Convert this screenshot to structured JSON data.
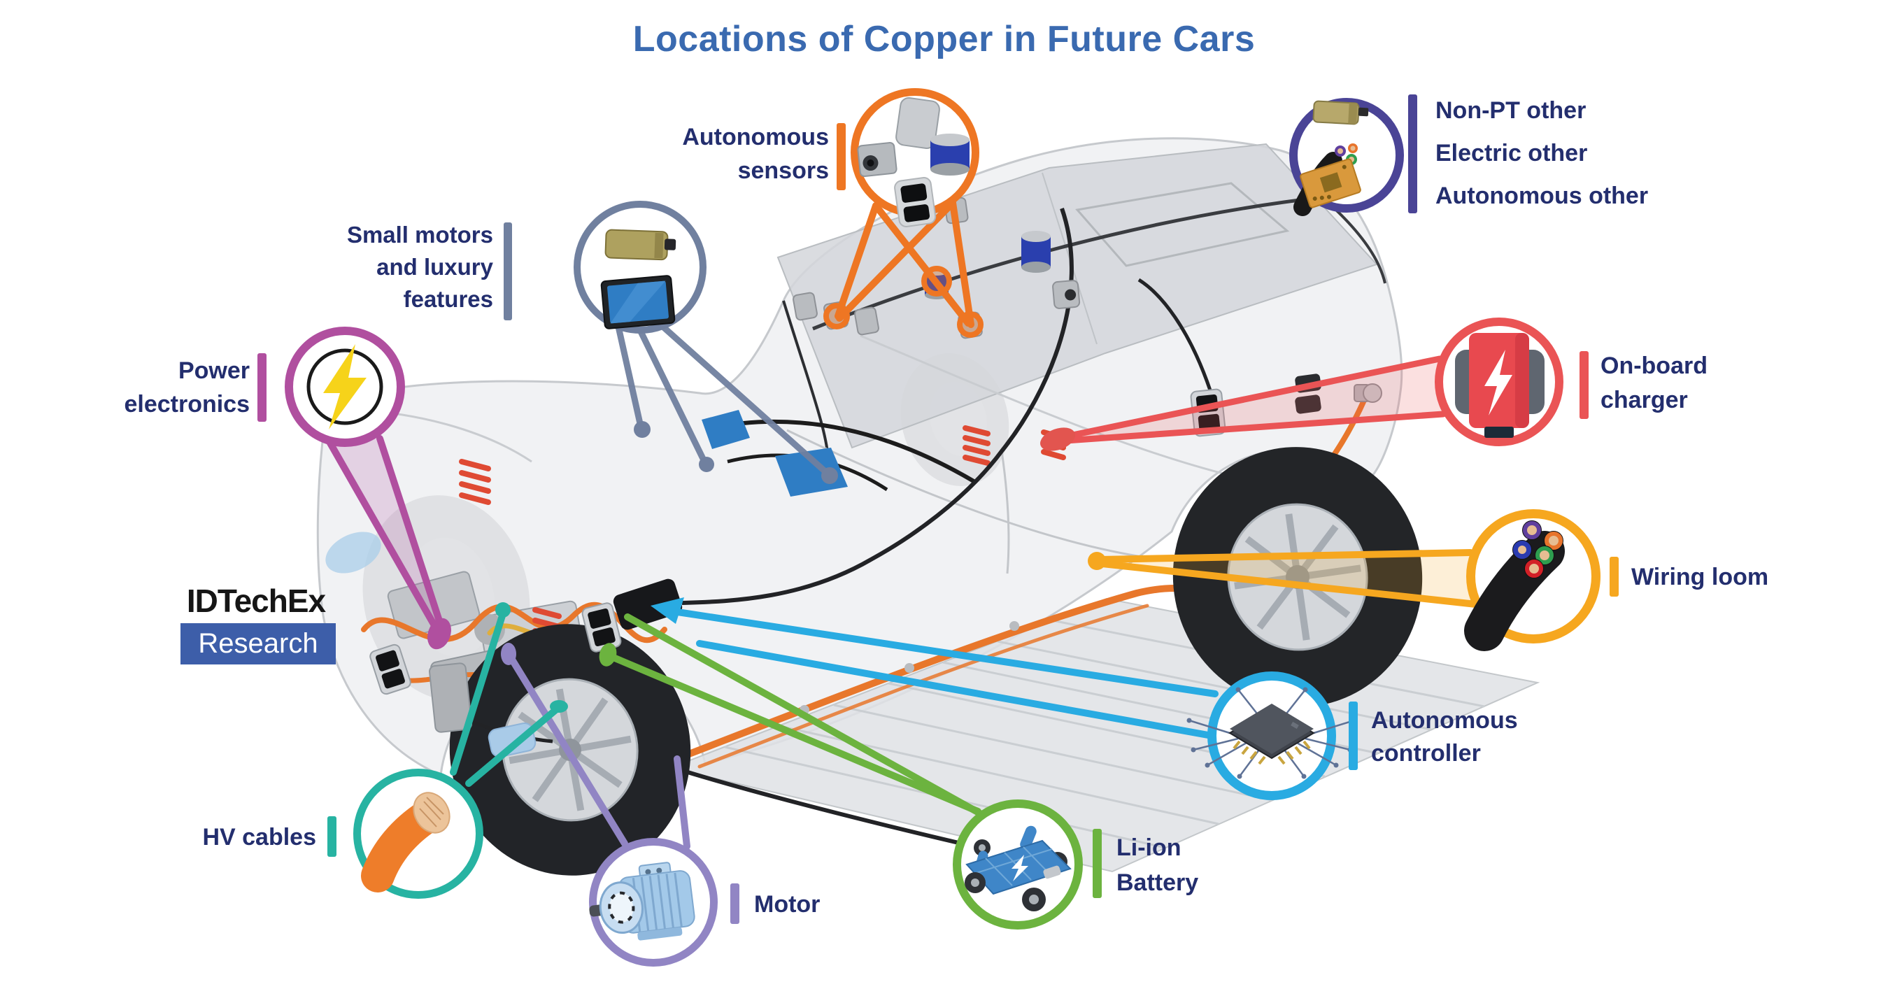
{
  "title": "Locations of Copper in Future Cars",
  "logo": {
    "brand": "IDTechEx",
    "sub": "Research"
  },
  "colors": {
    "title_blue": "#3a6ab0",
    "label_navy": "#232e6e",
    "autonomous_sensors": "#ee7623",
    "non_pt_other": "#4a4496",
    "small_motors": "#70809f",
    "power_electronics": "#b04f9f",
    "on_board_charger": "#ea5455",
    "wiring_loom": "#f6a71f",
    "autonomous_controller": "#29abe2",
    "li_ion_battery": "#6cb33f",
    "motor": "#9185c4",
    "hv_cables": "#27b3a2",
    "logo_box_blue": "#3d5ea9"
  },
  "callouts": {
    "autonomous_sensors": {
      "lines": [
        "Autonomous",
        "sensors"
      ],
      "icon": "sensor-suite-icon"
    },
    "non_pt": {
      "lines": [
        "Non-PT other",
        "Electric other",
        "Autonomous other"
      ],
      "icon": "cable-pcb-motor-icon"
    },
    "small_motors": {
      "lines": [
        "Small motors",
        "and luxury",
        "features"
      ],
      "icon": "small-motor-screen-icon"
    },
    "power_electronics": {
      "lines": [
        "Power",
        "electronics"
      ],
      "icon": "lightning-bolt-icon"
    },
    "on_board_charger": {
      "lines": [
        "On-board",
        "charger"
      ],
      "icon": "charger-icon"
    },
    "wiring_loom": {
      "lines": [
        "Wiring loom"
      ],
      "icon": "wire-bundle-icon"
    },
    "autonomous_controller": {
      "lines": [
        "Autonomous",
        "controller"
      ],
      "icon": "microchip-icon"
    },
    "li_ion_battery": {
      "lines": [
        "Li-ion",
        "Battery"
      ],
      "icon": "battery-chassis-icon"
    },
    "motor": {
      "lines": [
        "Motor"
      ],
      "icon": "electric-motor-icon"
    },
    "hv_cables": {
      "lines": [
        "HV cables"
      ],
      "icon": "orange-cable-icon"
    }
  }
}
